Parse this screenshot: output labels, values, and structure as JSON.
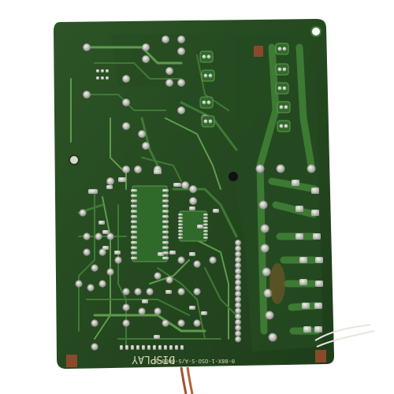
{
  "photo": {
    "subject": "pcb-display-board-solder-side",
    "colors": {
      "background": "#ffffff",
      "board": "#2c5426",
      "board_dark": "#1e3d1a",
      "trace": "#3f7a35",
      "trace_bright": "#5f9b4c",
      "pad": "#d9d9d3",
      "pad_shadow": "#8c8f86",
      "chip": "#2a2a28",
      "copper": "#a0522d",
      "corner_pad": "#8a4a2a",
      "wire": "#e8e6e0"
    },
    "silkscreen": {
      "board_label": "DISPLAY",
      "part_number": "0-08X-1-OSO-S-A/S-0008-8"
    }
  }
}
